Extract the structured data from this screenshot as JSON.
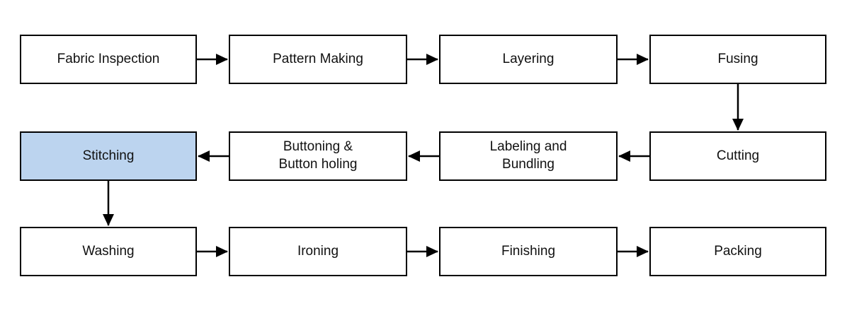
{
  "diagram": {
    "highlight_color": "#BCD4EF",
    "border_color": "#000000",
    "nodes": [
      {
        "id": "fabric-inspection",
        "label": "Fabric Inspection",
        "highlighted": false
      },
      {
        "id": "pattern-making",
        "label": "Pattern Making",
        "highlighted": false
      },
      {
        "id": "layering",
        "label": "Layering",
        "highlighted": false
      },
      {
        "id": "fusing",
        "label": "Fusing",
        "highlighted": false
      },
      {
        "id": "stitching",
        "label": "Stitching",
        "highlighted": true
      },
      {
        "id": "buttoning-button-holing",
        "label": "Buttoning &\nButton holing",
        "highlighted": false
      },
      {
        "id": "labeling-and-bundling",
        "label": "Labeling and\nBundling",
        "highlighted": false
      },
      {
        "id": "cutting",
        "label": "Cutting",
        "highlighted": false
      },
      {
        "id": "washing",
        "label": "Washing",
        "highlighted": false
      },
      {
        "id": "ironing",
        "label": "Ironing",
        "highlighted": false
      },
      {
        "id": "finishing",
        "label": "Finishing",
        "highlighted": false
      },
      {
        "id": "packing",
        "label": "Packing",
        "highlighted": false
      }
    ],
    "edges": [
      {
        "from": "fabric-inspection",
        "to": "pattern-making",
        "direction": "right"
      },
      {
        "from": "pattern-making",
        "to": "layering",
        "direction": "right"
      },
      {
        "from": "layering",
        "to": "fusing",
        "direction": "right"
      },
      {
        "from": "fusing",
        "to": "cutting",
        "direction": "down"
      },
      {
        "from": "cutting",
        "to": "labeling-and-bundling",
        "direction": "left"
      },
      {
        "from": "labeling-and-bundling",
        "to": "buttoning-button-holing",
        "direction": "left"
      },
      {
        "from": "buttoning-button-holing",
        "to": "stitching",
        "direction": "left"
      },
      {
        "from": "stitching",
        "to": "washing",
        "direction": "down"
      },
      {
        "from": "washing",
        "to": "ironing",
        "direction": "right"
      },
      {
        "from": "ironing",
        "to": "finishing",
        "direction": "right"
      },
      {
        "from": "finishing",
        "to": "packing",
        "direction": "right"
      }
    ]
  }
}
